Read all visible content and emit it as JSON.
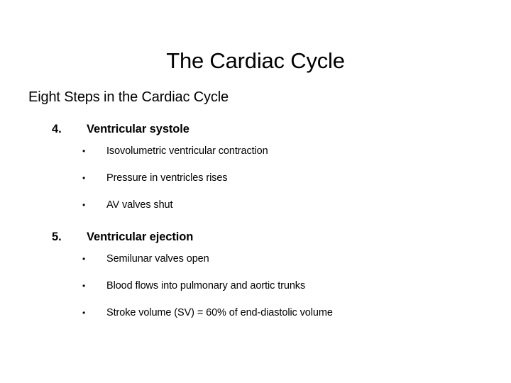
{
  "slide": {
    "title": "The Cardiac Cycle",
    "subtitle": "Eight Steps in the Cardiac Cycle",
    "bullet_glyph": "•",
    "text_color": "#000000",
    "background_color": "#ffffff",
    "steps": [
      {
        "number": "4.",
        "title": "Ventricular systole",
        "points": [
          "Isovolumetric ventricular contraction",
          "Pressure in ventricles rises",
          "AV valves shut"
        ]
      },
      {
        "number": "5.",
        "title": "Ventricular ejection",
        "points": [
          "Semilunar valves open",
          "Blood flows into pulmonary and aortic trunks",
          "Stroke volume (SV) = 60% of end-diastolic volume"
        ]
      }
    ]
  }
}
